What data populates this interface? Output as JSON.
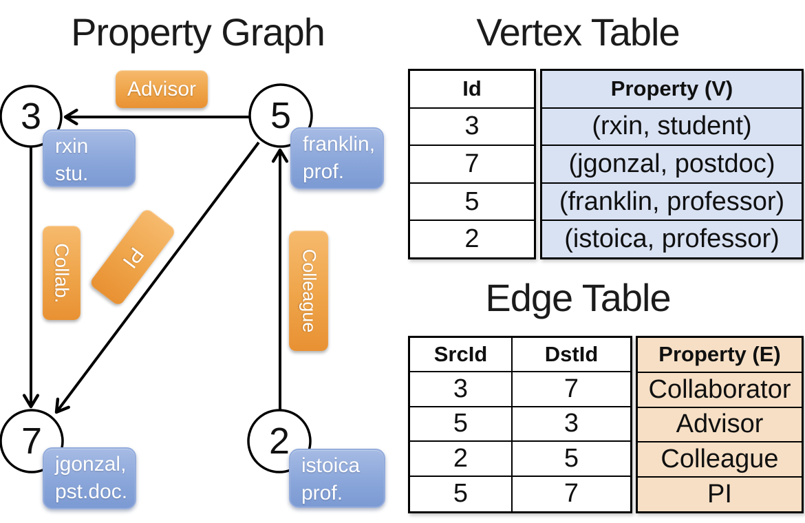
{
  "graph": {
    "title": "Property Graph",
    "nodes": {
      "n3": {
        "id": "3",
        "line1": "rxin",
        "line2": "stu."
      },
      "n5": {
        "id": "5",
        "line1": "franklin,",
        "line2": "prof."
      },
      "n7": {
        "id": "7",
        "line1": "jgonzal,",
        "line2": "pst.doc."
      },
      "n2": {
        "id": "2",
        "line1": "istoica",
        "line2": "prof."
      }
    },
    "edge_labels": {
      "advisor": "Advisor",
      "collab": "Collab.",
      "pi": "PI",
      "colleague": "Colleague"
    },
    "edges": [
      {
        "from": "5",
        "to": "3",
        "label": "Advisor"
      },
      {
        "from": "3",
        "to": "7",
        "label": "Collab."
      },
      {
        "from": "5",
        "to": "7",
        "label": "PI"
      },
      {
        "from": "2",
        "to": "5",
        "label": "Colleague"
      }
    ]
  },
  "vertex_table": {
    "title": "Vertex Table",
    "headers": {
      "id": "Id",
      "property": "Property (V)"
    },
    "rows": [
      {
        "id": "3",
        "property": "(rxin, student)"
      },
      {
        "id": "7",
        "property": "(jgonzal, postdoc)"
      },
      {
        "id": "5",
        "property": "(franklin, professor)"
      },
      {
        "id": "2",
        "property": "(istoica, professor)"
      }
    ]
  },
  "edge_table": {
    "title": "Edge Table",
    "headers": {
      "src": "SrcId",
      "dst": "DstId",
      "property": "Property (E)"
    },
    "rows": [
      {
        "src": "3",
        "dst": "7",
        "property": "Collaborator"
      },
      {
        "src": "5",
        "dst": "3",
        "property": "Advisor"
      },
      {
        "src": "2",
        "dst": "5",
        "property": "Colleague"
      },
      {
        "src": "5",
        "dst": "7",
        "property": "PI"
      }
    ]
  },
  "colors": {
    "edge_label_orange": "#efa449",
    "vertex_label_blue": "#8aa6da",
    "vertex_table_row_fill": "#d9e2f3",
    "edge_table_row_fill": "#f6dfc5",
    "line_black": "#000000"
  }
}
